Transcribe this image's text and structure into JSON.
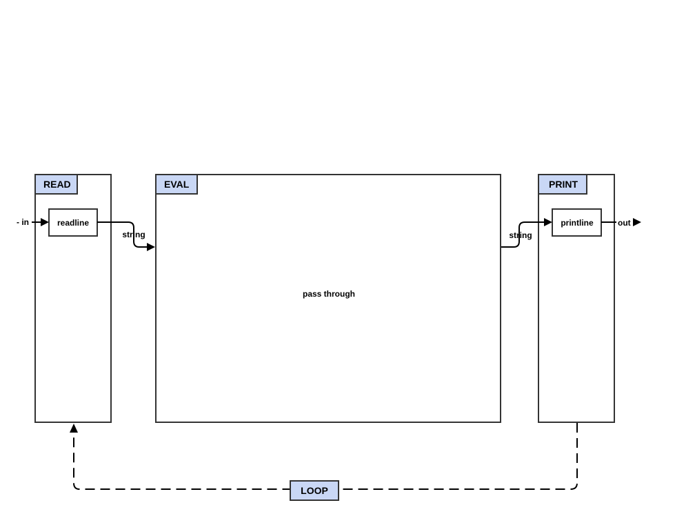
{
  "stages": {
    "read": {
      "title": "READ"
    },
    "eval": {
      "title": "EVAL",
      "body": "pass through"
    },
    "print": {
      "title": "PRINT"
    }
  },
  "nodes": {
    "readline": "readline",
    "printline": "printline"
  },
  "ports": {
    "input": "- in",
    "output": "out"
  },
  "edges": {
    "read_to_eval": "string",
    "eval_to_print": "string"
  },
  "loop": {
    "label": "LOOP"
  },
  "colors": {
    "tab_fill": "#c9d7f5",
    "border": "#333333",
    "line": "#000000"
  }
}
